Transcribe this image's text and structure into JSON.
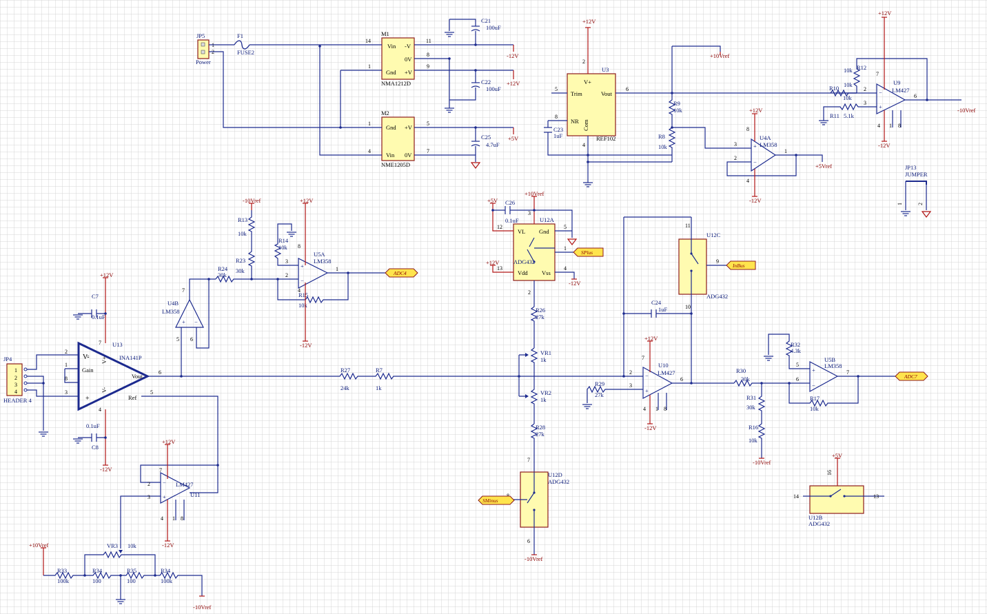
{
  "labels": {
    "jp5": "JP5",
    "jp5_v": "Power",
    "f1": "F1",
    "f1_v": "FUSE2",
    "m1": "M1",
    "m1_v": "NMA1212D",
    "m2": "M2",
    "m2_v": "NME1205D",
    "c21": "C21",
    "c21_v": "100uF",
    "c22": "C22",
    "c22_v": "100uF",
    "c25": "C25",
    "c25_v": "4.7uF",
    "c23": "C23",
    "c23_v": "1uF",
    "u3": "U3",
    "u3_v": "REF102",
    "r9": "R9",
    "r9_v": "10k",
    "r8": "R8",
    "r8_v": "10k",
    "r10": "R10",
    "r10_v": "10k",
    "r11": "R11",
    "r11_v": "5.1k",
    "r12": "R12",
    "r12_v": "10k",
    "u9": "U9",
    "u9_v": "LM427",
    "u4a": "U4A",
    "u4a_v": "LM358",
    "jp13": "JP13",
    "jp13_v": "JUMPER",
    "r13": "R13",
    "r13_v": "10k",
    "r14": "R14",
    "r14_v": "10k",
    "r23": "R23",
    "r23_v": "30k",
    "r24": "R24",
    "r24_v": "30k",
    "r15": "R15",
    "r15_v": "10k",
    "u5a": "U5A",
    "u5a_v": "LM358",
    "u4b": "U4B",
    "u4b_v": "LM358",
    "c7": "C7",
    "c7_v": "0.1uF",
    "c8": "C8",
    "c8_v": "0.1uF",
    "jp4": "JP4",
    "jp4_v": "HEADER 4",
    "u13": "U13",
    "u13_v": "INA141P",
    "u11": "U11",
    "u11_v": "LM427",
    "vr3": "VR3",
    "vr3_v": "10k",
    "r33": "R33",
    "r33_v": "100k",
    "r34": "R34",
    "r34_v": "100",
    "r35": "R35",
    "r35_v": "100",
    "r36": "R34",
    "r36_v": "100k",
    "c26": "C26",
    "c26_v": "0.1uF",
    "u12a": "U12A",
    "u12a_v": "ADG432",
    "r26": "R26",
    "r26_v": "27k",
    "vr1": "VR1",
    "vr1_v": "1k",
    "vr2": "VR2",
    "vr2_v": "1k",
    "r28": "R28",
    "r28_v": "27k",
    "r27": "R27",
    "r27_v": "24k",
    "r7": "R7",
    "r7_v": "1k",
    "u12d": "U12D",
    "u12d_v": "ADG432",
    "u12c": "U12C",
    "u12c_v": "ADG432",
    "c24": "C24",
    "c24_v": "1uF",
    "u10": "U10",
    "u10_v": "LM427",
    "r29": "R29",
    "r29_v": "27k",
    "r30": "R30",
    "r30_v": "30k",
    "r31": "R31",
    "r31_v": "30k",
    "r16": "R16",
    "r16_v": "10k",
    "r32": "R32",
    "r32_v": "4.3k",
    "r17": "R17",
    "r17_v": "10k",
    "u5b": "U5B",
    "u5b_v": "LM358",
    "u12b": "U12B",
    "u12b_v": "ADG432"
  },
  "pins": {
    "vin": "Vin",
    "neg_v": "-V",
    "zero_v": "0V",
    "pos_v": "+V",
    "gnd": "Gnd",
    "v_plus": "V+",
    "trim": "Trim",
    "vout": "Vout",
    "nr": "NR",
    "com": "Com",
    "gain": "Gain",
    "ref": "Ref",
    "v_minus": "V-",
    "vl": "VL",
    "vdd": "Vdd",
    "vss": "Vss"
  },
  "power": {
    "p12": "+12V",
    "n12": "-12V",
    "p5": "+5V",
    "p10ref": "+10Vref",
    "n10ref": "-10Vref",
    "p5ref": "+5Vref"
  },
  "nets": {
    "adc4": "ADC4",
    "adc7": "ADC7",
    "splus": "SPlus",
    "sminus": "SMinus",
    "inbus": "InBus"
  },
  "colors": {
    "wire": "#1c2a8e",
    "power": "#b01414",
    "component_fill": "#fffbb0",
    "net_label": "#ffe44d",
    "grid": "#d7d7d7",
    "background": "#ffffff"
  }
}
